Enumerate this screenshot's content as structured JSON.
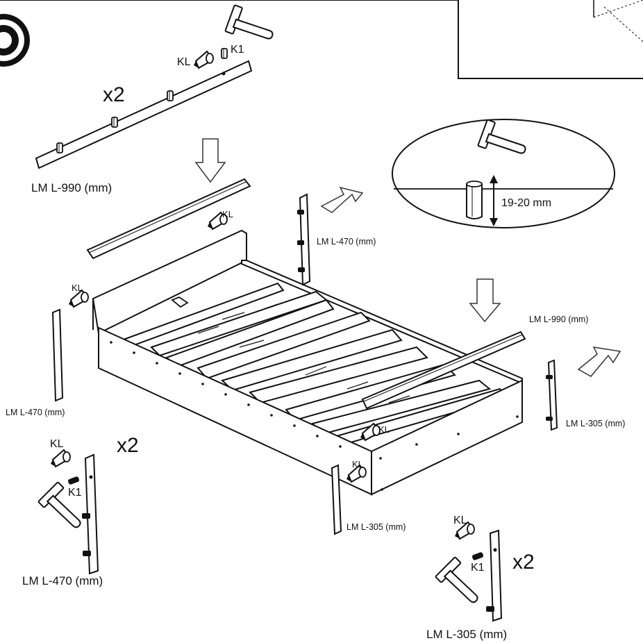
{
  "labels": {
    "kl": "KL",
    "k1": "K1",
    "multiplier": "x2",
    "depth": "19-20 mm",
    "rail_990": "LM L-990 (mm)",
    "post_470": "LM L-470 (mm)",
    "post_305": "LM L-305 (mm)"
  },
  "colors": {
    "line": "#111111",
    "panel": "#ffffff",
    "slat": "#ffffff",
    "arrow_outline": "#333333",
    "dowel": "#111111"
  },
  "icons": [
    "step-number-badge",
    "hammer-icon",
    "glue-bottle-icon",
    "dowel-icon",
    "down-arrow-icon",
    "left-arrow-icon",
    "double-arrow-icon"
  ]
}
